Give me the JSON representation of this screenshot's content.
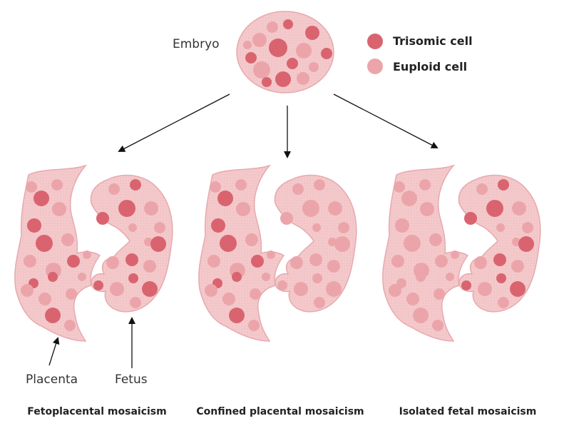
{
  "labels": {
    "embryo": "Embryo",
    "placenta": "Placenta",
    "fetus": "Fetus"
  },
  "legend": {
    "trisomic": "Trisomic cell",
    "euploid": "Euploid cell"
  },
  "captions": [
    "Fetoplacental mosaicism",
    "Confined placental mosaicism",
    "Isolated fetal mosaicism"
  ],
  "colors": {
    "trisomic": "#d9646f",
    "euploid": "#eba5aa",
    "tissue": "#f4c9cb",
    "outline": "#e7a9ad"
  }
}
